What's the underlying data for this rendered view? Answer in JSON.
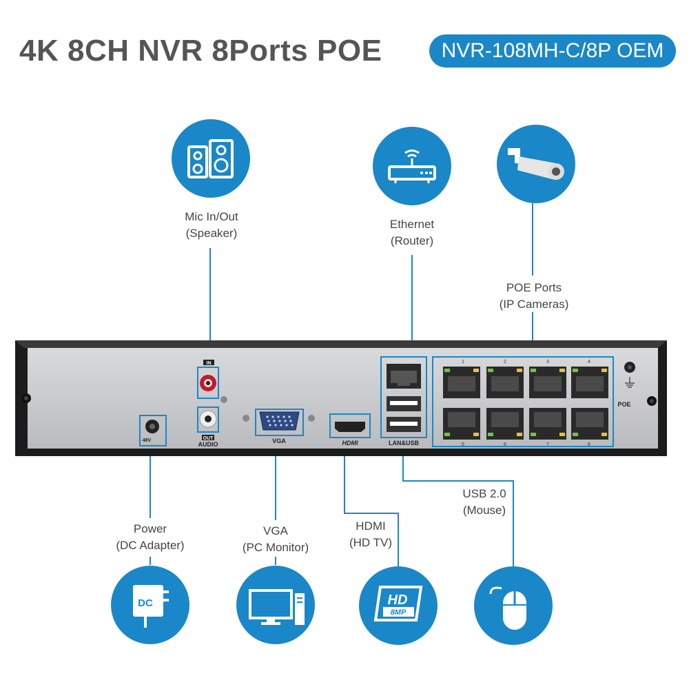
{
  "header": {
    "title": "4K 8CH NVR 8Ports POE",
    "model": "NVR-108MH-C/8P OEM"
  },
  "callouts": {
    "mic": {
      "line1": "Mic In/Out",
      "line2": "(Speaker)",
      "icon": "speaker-icon"
    },
    "ethernet": {
      "line1": "Ethernet",
      "line2": "(Router)",
      "icon": "router-icon"
    },
    "poe": {
      "line1": "POE Ports",
      "line2": "(IP Cameras)",
      "icon": "ip-camera-icon"
    },
    "power": {
      "line1": "Power",
      "line2": "(DC Adapter)",
      "icon": "dc-adapter-icon"
    },
    "vga": {
      "line1": "VGA",
      "line2": "(PC Monitor)",
      "icon": "pc-monitor-icon"
    },
    "hdmi": {
      "line1": "HDMI",
      "line2": "(HD TV)",
      "icon": "hd-tv-icon"
    },
    "usb": {
      "line1": "USB 2.0",
      "line2": "(Mouse)",
      "icon": "mouse-icon"
    }
  },
  "panel_labels": {
    "in": "IN",
    "out": "OUT",
    "audio": "AUDIO",
    "vga": "VGA",
    "hdmi": "HDMI",
    "lan_usb": "LAN&USB",
    "poe": "POE",
    "dc": "48V",
    "port_numbers_top": [
      "1",
      "2",
      "3",
      "4"
    ],
    "port_numbers_bottom": [
      "5",
      "6",
      "7",
      "8"
    ]
  },
  "icon_text": {
    "dc": "DC",
    "hd": "HD",
    "mp": "8MP"
  },
  "colors": {
    "accent": "#1a87c8",
    "panel": "#c9cbce",
    "chassis": "#222222"
  }
}
